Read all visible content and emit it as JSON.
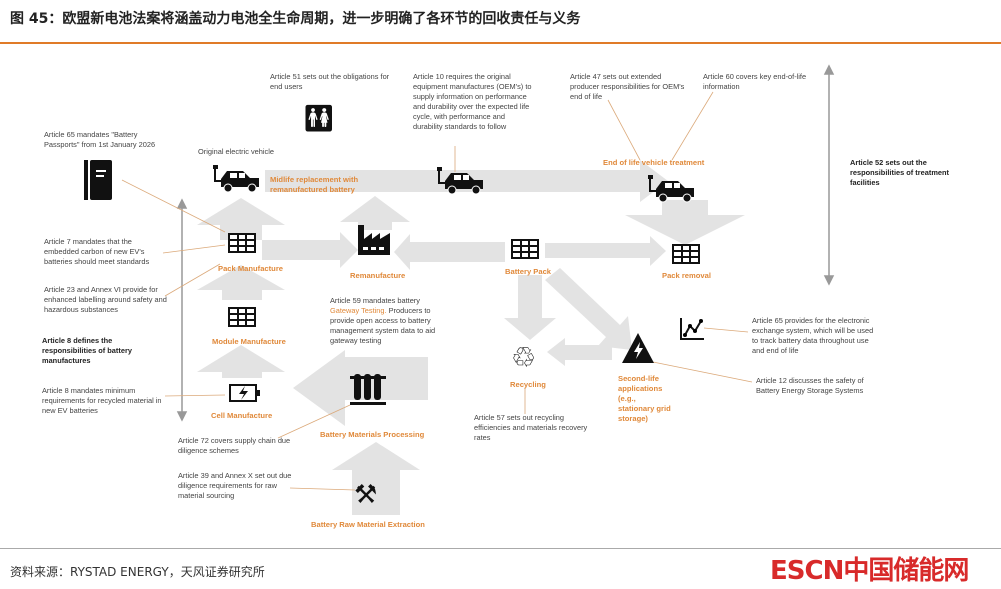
{
  "header": {
    "title": "图 45：欧盟新电池法案将涵盖动力电池全生命周期，进一步明确了各环节的回收责任与义务"
  },
  "footer": {
    "source": "资料来源：RYSTAD ENERGY，天风证券研究所",
    "logo": "ESCN中国储能网"
  },
  "colors": {
    "accent": "#e07b28",
    "stage_label": "#e0893a",
    "arrow": "#e3e3e3",
    "logo": "#d82a2a"
  },
  "annotations": {
    "a51": "Article 51 sets out the obligations for end users",
    "a10": "Article 10 requires the original equipment manufactures (OEM's) to supply information on performance and durability over the expected life cycle, with performance and durability standards to follow",
    "a47": "Article 47 sets out extended producer responsibilities for OEM's end of life",
    "a60": "Article 60 covers key end-of-life information",
    "a52": "Article 52 sets out the responsibilities of treatment facilities",
    "a65_passport": "Article 65 mandates \"Battery Passports\" from 1st January 2026",
    "a7": "Article 7 mandates that the embedded carbon of new EV's batteries should meet standards",
    "a23": "Article 23 and Annex VI provide for enhanced labelling around safety and hazardous substances",
    "a8_def": "Article 8 defines the responsibilities of battery manufactures",
    "a8_min": "Article 8 mandates minimum requirements for recycled material in new EV batteries",
    "a59_pre": "Article 59 mandates battery",
    "a59_hl": "Gateway Testing.",
    "a59_post": "Producers to provide open access to battery management system data to aid gateway testing",
    "a72": "Article 72 covers supply chain due diligence schemes",
    "a39": "Article 39 and Annex X set out due diligence requirements for raw material sourcing",
    "a57": "Article 57 sets out recycling efficiencies and materials recovery rates",
    "a65_exchange": "Article 65 provides for the electronic exchange system, which will be used to track battery data throughout use and end of life",
    "a12": "Article 12 discusses the safety of Battery Energy Storage Systems"
  },
  "stages": {
    "original_ev": "Original electric vehicle",
    "midlife": "Midlife replacement with remanufactured battery",
    "eol": "End of life vehicle treatment",
    "pack_mfg": "Pack Manufacture",
    "reman": "Remanufacture",
    "battery_pack": "Battery Pack",
    "pack_removal": "Pack removal",
    "module_mfg": "Module Manufacture",
    "cell_mfg": "Cell Manufacture",
    "materials": "Battery Materials Processing",
    "raw": "Battery Raw Material Extraction",
    "recycling": "Recycling",
    "second_life": "Second-life applications (e.g., stationary grid storage)"
  }
}
